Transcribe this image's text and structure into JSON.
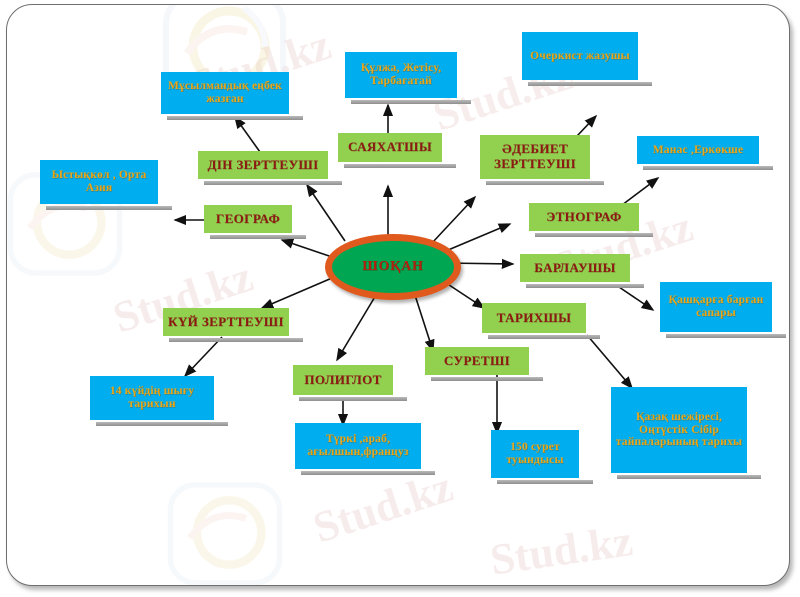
{
  "diagram": {
    "title": "ШОҚАН",
    "center": {
      "label": "ШОҚАН"
    },
    "colors": {
      "center_fill": "#00A651",
      "center_border": "#E05A1E",
      "center_text": "#B3200E",
      "role_fill": "#92D050",
      "role_text": "#8B1A12",
      "detail_fill": "#00AEEF",
      "detail_text": "#E8A81C",
      "frame_border": "#6E6E6E"
    },
    "watermark": {
      "text": "Stud.kz",
      "logo": "stud-logo"
    },
    "roles": [
      {
        "id": "din",
        "label": "ДІН ЗЕРТТЕУШІ"
      },
      {
        "id": "geograf",
        "label": "ГЕОГРАФ"
      },
      {
        "id": "sayahat",
        "label": "САЯХАТШЫ"
      },
      {
        "id": "adebiet",
        "label": "ӘДЕБИЕТ ЗЕРТТЕУШІ"
      },
      {
        "id": "etnograf",
        "label": "ЭТНОГРАФ"
      },
      {
        "id": "barlau",
        "label": "БАРЛАУШЫ"
      },
      {
        "id": "tarih",
        "label": "ТАРИХШЫ"
      },
      {
        "id": "suretshi",
        "label": "СУРЕТШІ"
      },
      {
        "id": "poliglot",
        "label": "ПОЛИГЛОТ"
      },
      {
        "id": "kuy",
        "label": "КҮЙ ЗЕРТТЕУШІ"
      }
    ],
    "details": [
      {
        "id": "musylman",
        "label": "Мұсылмандық еңбек жазған",
        "from": "din"
      },
      {
        "id": "ystykkol",
        "label": "Ыстықкөл , Орта Азия",
        "from": "geograf"
      },
      {
        "id": "kulzha",
        "label": "Құлжа, Жетісу, Тарбағатай",
        "from": "sayahat"
      },
      {
        "id": "ocherk",
        "label": "Очеркист жазушы",
        "from": "adebiet"
      },
      {
        "id": "manas",
        "label": "Манас ,Еркөкше",
        "from": "etnograf"
      },
      {
        "id": "kashkar",
        "label": "Қашқарға барған сапары",
        "from": "barlau"
      },
      {
        "id": "shezhire",
        "label": "Қазақ шежіресі, Оңтүстік Сібір тайпаларының тарихы",
        "from": "tarih"
      },
      {
        "id": "surettuyn",
        "label": "150 сурет туындысы",
        "from": "suretshi"
      },
      {
        "id": "tilder",
        "label": "Түркі ,араб, ағылшын,француз",
        "from": "poliglot"
      },
      {
        "id": "kuyler",
        "label": "14 күйдің шығу тарихын",
        "from": "kuy"
      }
    ]
  }
}
